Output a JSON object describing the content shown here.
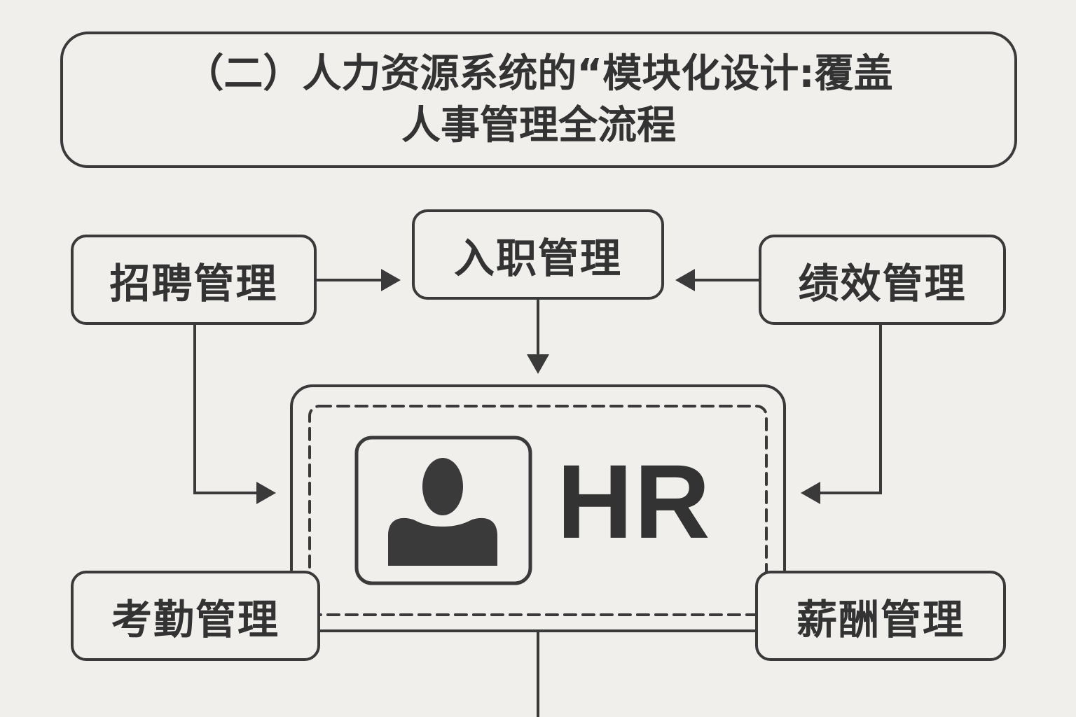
{
  "title": {
    "line1": "（二）人力资源系统的“模块化设计:覆盖",
    "line2": "人事管理全流程"
  },
  "modules": {
    "recruit": "招聘管理",
    "onboard": "入职管理",
    "performance": "绩效管理",
    "attendance": "考勤管理",
    "salary": "薪酬管理"
  },
  "center": {
    "label": "HR",
    "icon": "user-icon"
  },
  "connections": [
    {
      "from": "招聘管理",
      "to": "入职管理"
    },
    {
      "from": "绩效管理",
      "to": "入职管理"
    },
    {
      "from": "入职管理",
      "to": "HR"
    },
    {
      "from": "招聘管理",
      "to": "HR"
    },
    {
      "from": "绩效管理",
      "to": "HR"
    },
    {
      "from": "考勤管理",
      "to": "HR"
    },
    {
      "from": "薪酬管理",
      "to": "HR"
    }
  ],
  "colors": {
    "background": "#f1efec",
    "stroke": "#3a3a3a",
    "text": "#333333"
  }
}
